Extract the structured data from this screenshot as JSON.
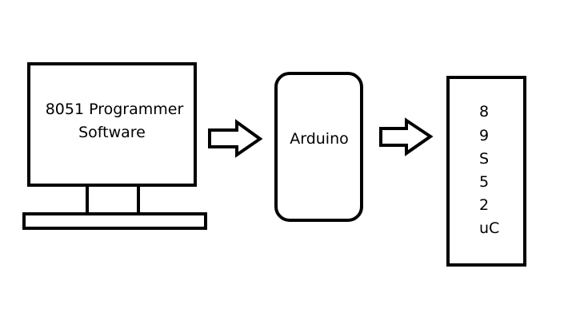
{
  "computer": {
    "line1": "8051 Programmer",
    "line2": "Software"
  },
  "arduino": {
    "label": "Arduino"
  },
  "chip": {
    "lines": [
      "8",
      "9",
      "S",
      "5",
      "2",
      "uC"
    ]
  },
  "colors": {
    "stroke": "#000000",
    "background": "#ffffff"
  }
}
